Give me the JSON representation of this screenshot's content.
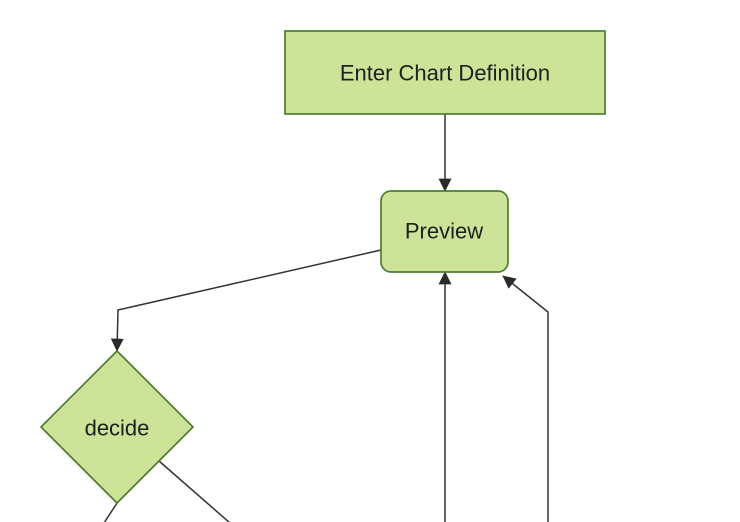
{
  "diagram": {
    "type": "flowchart",
    "direction": "top-down",
    "nodes": [
      {
        "id": "enter-chart-definition",
        "label": "Enter Chart Definition",
        "shape": "rectangle"
      },
      {
        "id": "preview",
        "label": "Preview",
        "shape": "rounded-rectangle"
      },
      {
        "id": "decide",
        "label": "decide",
        "shape": "diamond"
      }
    ],
    "edges": [
      {
        "from": "enter-chart-definition",
        "to": "preview",
        "arrowhead": true
      },
      {
        "from": "preview",
        "to": "decide",
        "arrowhead": true
      },
      {
        "from": "offscreen-bottom",
        "to": "preview",
        "arrowhead": true
      },
      {
        "from": "offscreen-bottom-right",
        "to": "preview",
        "arrowhead": true
      },
      {
        "from": "decide",
        "to": "offscreen-bottom-left",
        "arrowhead": false
      },
      {
        "from": "decide",
        "to": "offscreen-bottom-right",
        "arrowhead": false
      }
    ]
  },
  "theme": {
    "node_fill": "#cde498",
    "node_stroke": "#4e7c31",
    "edge_color": "#333333",
    "arrowhead_color": "#2a2a2a",
    "label_color": "#1f1f1f",
    "canvas_background": "#ffffff"
  }
}
